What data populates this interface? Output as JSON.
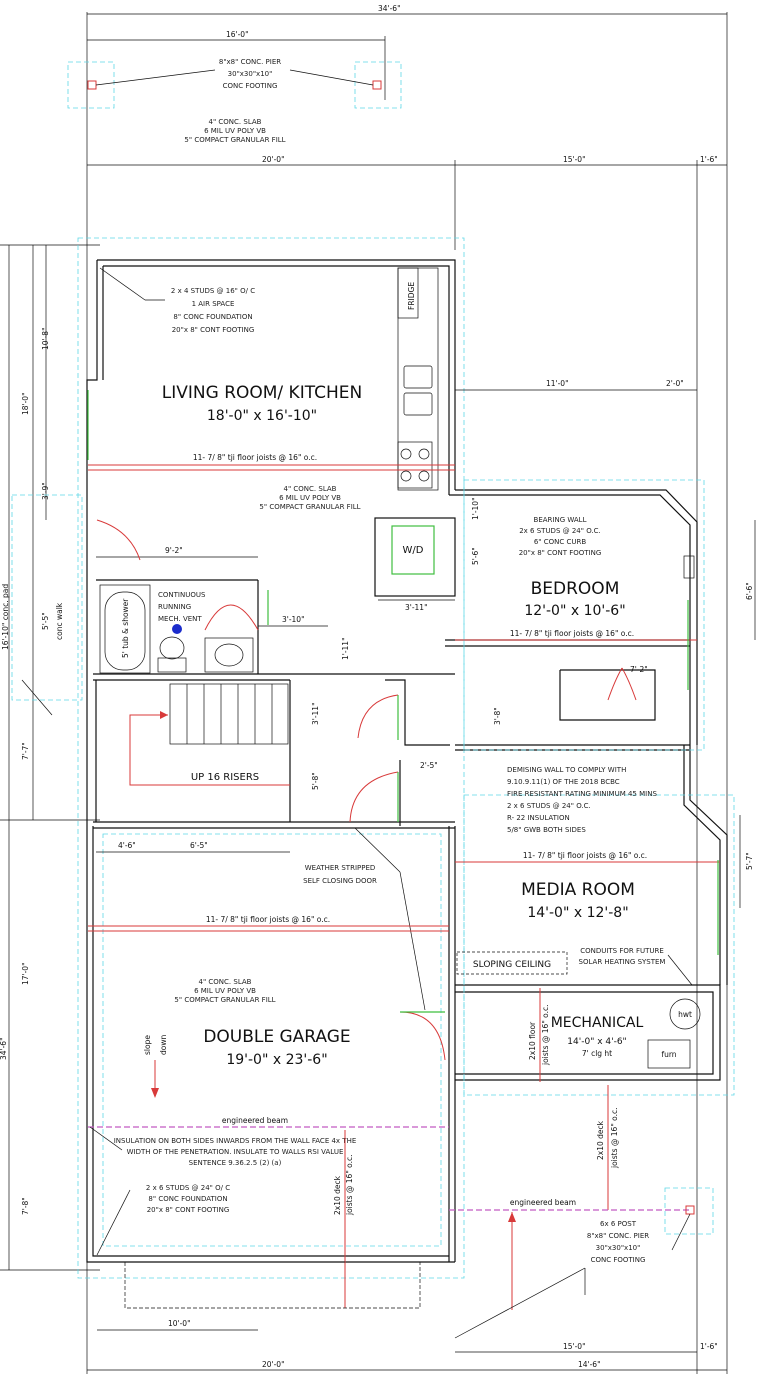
{
  "rooms": {
    "living": {
      "name": "LIVING ROOM/ KITCHEN",
      "size": "18'-0\" x 16'-10\""
    },
    "bedroom": {
      "name": "BEDROOM",
      "size": "12'-0\" x 10'-6\""
    },
    "media": {
      "name": "MEDIA ROOM",
      "size": "14'-0\" x 12'-8\""
    },
    "mechanical": {
      "name": "MECHANICAL",
      "size": "14'-0\" x 4'-6\"",
      "height": "7' clg ht"
    },
    "garage": {
      "name": "DOUBLE GARAGE",
      "size": "19'-0\" x 23'-6\""
    }
  },
  "labels": {
    "fridge": "FRIDGE",
    "wd": "W/D",
    "tub": "5' tub & shower",
    "vent": "CONTINUOUS RUNNING MECH. VENT",
    "stairs": "UP 16 RISERS",
    "door_note": "WEATHER STRIPPED SELF CLOSING DOOR",
    "sloping": "SLOPING CEILING",
    "conduits": "CONDUITS FOR FUTURE SOLAR HEATING SYSTEM",
    "hwt": "hwt",
    "furn": "furn",
    "slope": "slope down",
    "beam": "engineered beam",
    "conc_walk": "conc walk",
    "joists": "11- 7/ 8\" tji floor joists @ 16\" o.c.",
    "deck_joists": "2x10 deck joists @ 16\" o.c.",
    "floor_joists": "2x10 floor joists @ 16\" o.c."
  },
  "notes": {
    "pier_top": [
      "8\"x8\" CONC. PIER",
      "30\"x30\"x10\"",
      "CONC FOOTING"
    ],
    "slab": [
      "4\" CONC. SLAB",
      "6 MIL UV POLY VB",
      "5\" COMPACT GRANULAR FILL"
    ],
    "studs_top": [
      "2 x 4 STUDS @ 16\" O/ C",
      "1 AIR SPACE",
      "8\" CONC FOUNDATION",
      "20\"x 8\" CONT FOOTING"
    ],
    "bearing": [
      "BEARING WALL",
      "2x 6 STUDS @ 24\" O.C.",
      "6\" CONC CURB",
      "20\"x 8\" CONT FOOTING"
    ],
    "demising": [
      "DEMISING WALL TO COMPLY WITH",
      "9.10.9.11(1) OF THE 2018 BCBC",
      "FIRE RESISTANT RATING MINIMUM 45 MINS",
      "2 x 6 STUDS @ 24\" O.C.",
      "R- 22 INSULATION",
      "5/8\" GWB BOTH SIDES"
    ],
    "insulation": [
      "INSULATION ON BOTH SIDES INWARDS FROM THE WALL FACE 4x THE",
      "WIDTH OF THE PENETRATION. INSULATE TO WALLS RSI VALUE",
      "SENTENCE 9.36.2.5 (2) (a)"
    ],
    "studs_bottom": [
      "2 x 6 STUDS @ 24\" O/ C",
      "8\" CONC FOUNDATION",
      "20\"x 8\" CONT FOOTING"
    ],
    "post": [
      "6x 6 POST",
      "8\"x8\" CONC. PIER",
      "30\"x30\"x10\"",
      "CONC FOOTING"
    ]
  },
  "dims": {
    "top_overall": "34'-6\"",
    "top_porch": "16'-0\"",
    "top_left": "20'-0\"",
    "top_mid": "15'-0\"",
    "top_right": "1'-6\"",
    "right_11": "11'-0\"",
    "right_2": "2'-0\"",
    "left_9_2": "9'-2\"",
    "left_3_10": "3'-10\"",
    "left_1_11": "1'-11\"",
    "wd_3_11": "3'-11\"",
    "closet_7_2": "7'-2\"",
    "hall_3_8": "3'-8\"",
    "hall_2_5": "2'-5\"",
    "stair_3_11": "3'-11\"",
    "stair_5_8": "5'-8\"",
    "g_4_6": "4'-6\"",
    "g_6_5": "6'-5\"",
    "bed_1_10": "1'-10\"",
    "bed_5_6": "5'-6\"",
    "r_6_6": "6'-6\"",
    "r_5_7": "5'-7\"",
    "l_10_8": "10'-8\"",
    "l_18_0": "18'-0\"",
    "l_3_9": "3'-9\"",
    "l_5_5": "5'-5\"",
    "l_16": "16'-10\" conc. pad",
    "l_7_7": "7'-7\"",
    "l_17": "17'-0\"",
    "l_34": "34'-6\"",
    "l_7_8": "7'-8\"",
    "b_10": "10'-0\"",
    "b_15": "15'-0\"",
    "b_1_6": "1'-6\"",
    "b_20": "20'-0\"",
    "b_14_6": "14'-6\""
  }
}
